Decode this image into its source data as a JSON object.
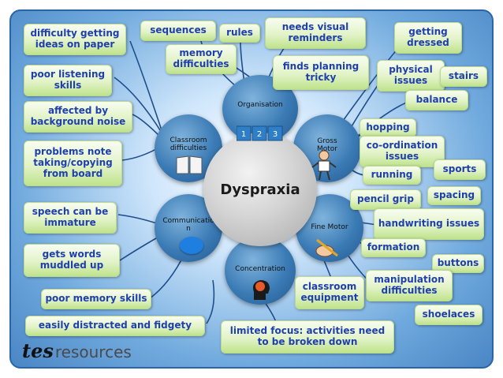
{
  "center": {
    "label": "Dyspraxia"
  },
  "areas": {
    "organisation": "Organisation",
    "gross_motor": "Gross\nMotor",
    "fine_motor": "Fine Motor",
    "concentration": "Concentration",
    "communication": "Communicatio\nn",
    "classroom": "Classroom\ndifficulties"
  },
  "number_blocks": [
    "1",
    "2",
    "3"
  ],
  "notes": {
    "difficulty_ideas": "difficulty getting ideas on paper",
    "poor_listening": "poor listening skills",
    "background_noise": "affected by background noise",
    "note_taking": "problems note taking/copying from board",
    "speech_immature": "speech can be immature",
    "words_muddled": "gets words muddled up",
    "poor_memory": "poor memory skills",
    "distracted": "easily distracted and fidgety",
    "sequences": "sequences",
    "rules": "rules",
    "memory_difficulties": "memory difficulties",
    "visual_reminders": "needs visual reminders",
    "planning_tricky": "finds planning tricky",
    "getting_dressed": "getting dressed",
    "physical_issues": "physical issues",
    "stairs": "stairs",
    "balance": "balance",
    "hopping": "hopping",
    "coordination": "co-ordination issues",
    "running": "running",
    "sports": "sports",
    "pencil_grip": "pencil grip",
    "spacing": "spacing",
    "handwriting": "handwriting issues",
    "formation": "formation",
    "buttons": "buttons",
    "manipulation": "manipulation difficulties",
    "classroom_equipment": "classroom equipment",
    "shoelaces": "shoelaces",
    "limited_focus": "limited focus: activities need to be broken down"
  },
  "logo": {
    "tes": "tes",
    "resources": "resources"
  },
  "colors": {
    "note_text": "#1f3fae",
    "note_fill": "#e2f3c8",
    "satellite": "#3b7bb5",
    "center": "#d4d4d4",
    "connector": "#1f4e8c"
  }
}
